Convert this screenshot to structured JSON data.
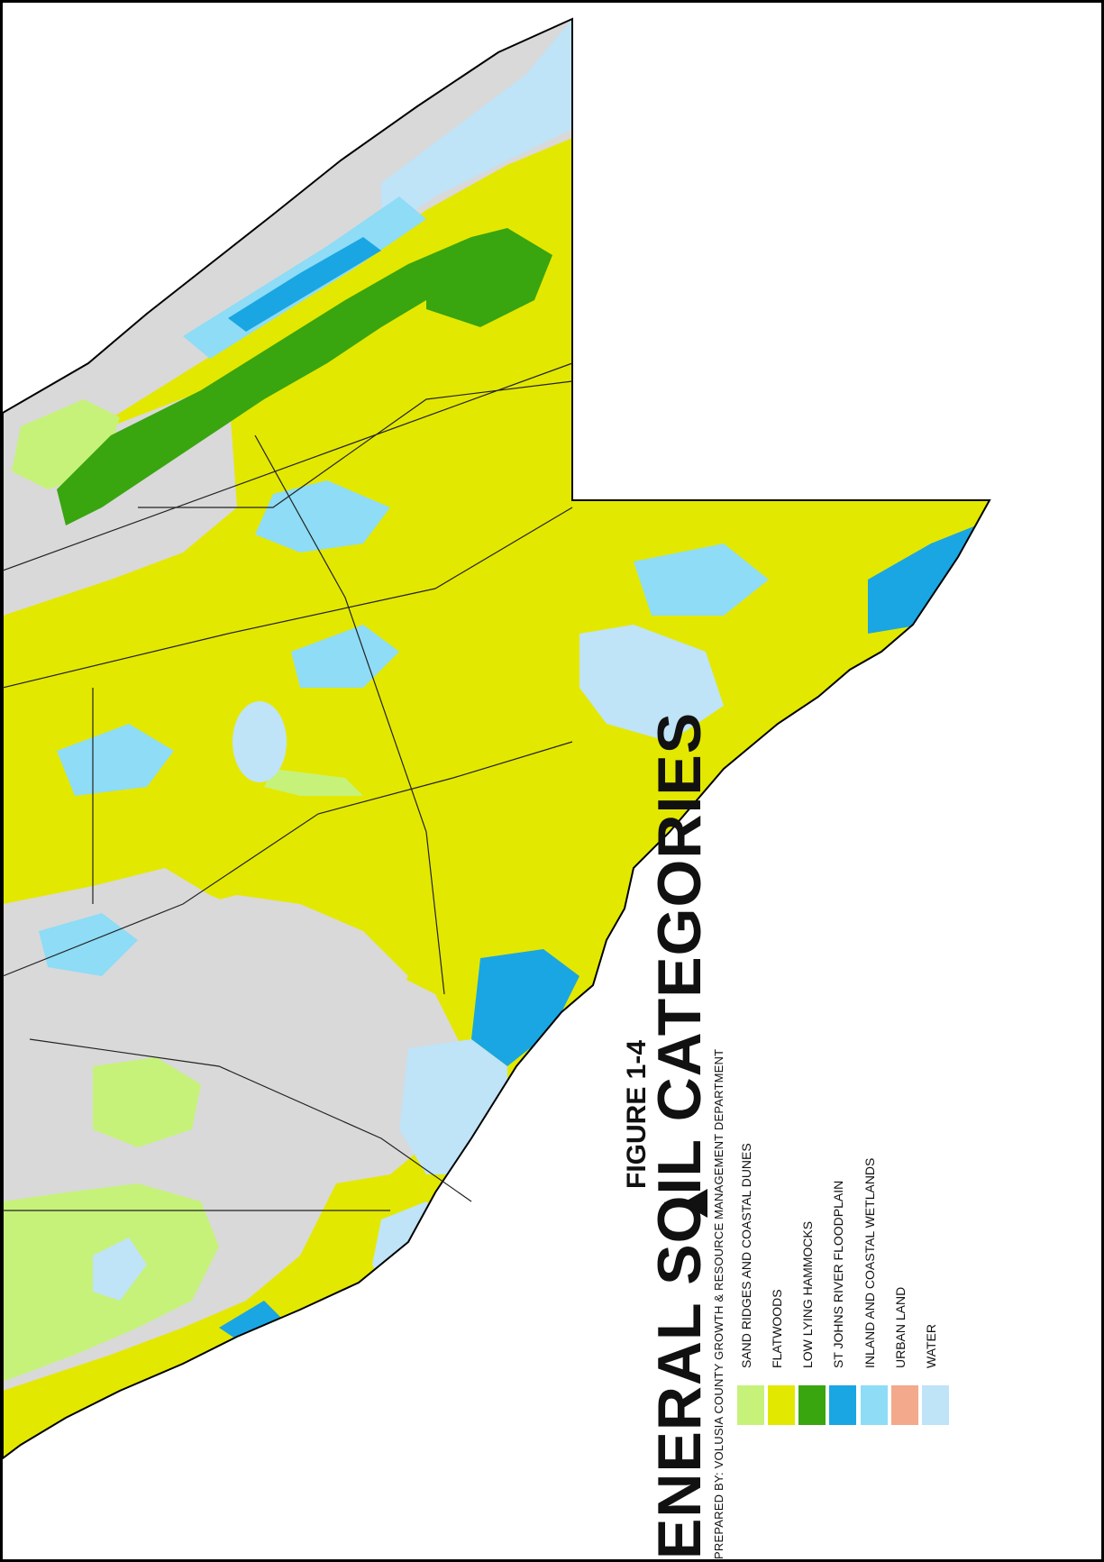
{
  "figure": {
    "label": "FIGURE 1-4",
    "title": "ENERAL SOIL CATEGORIES",
    "prepared_by": "PREPARED BY: VOLUSIA COUNTY GROWTH & RESOURCE MANAGEMENT DEPARTMENT",
    "north_label": "N"
  },
  "colors": {
    "sand_ridges": "#c6f27a",
    "flatwoods": "#e3e800",
    "low_lying": "#39a50f",
    "floodplain": "#1aa6e2",
    "wetlands": "#8edcf6",
    "urban": "#f2a98c",
    "water": "#bfe3f7",
    "developed": "#d9d9d9",
    "boundary": "#000000"
  },
  "legend": [
    {
      "label": "SAND RIDGES AND COASTAL DUNES",
      "color": "#c6f27a"
    },
    {
      "label": "FLATWOODS",
      "color": "#e3e800"
    },
    {
      "label": "LOW LYING HAMMOCKS",
      "color": "#39a50f"
    },
    {
      "label": "ST JOHNS RIVER FLOODPLAIN",
      "color": "#1aa6e2"
    },
    {
      "label": "INLAND AND COASTAL WETLANDS",
      "color": "#8edcf6"
    },
    {
      "label": "URBAN LAND",
      "color": "#f2a98c"
    },
    {
      "label": "WATER",
      "color": "#bfe3f7"
    }
  ]
}
